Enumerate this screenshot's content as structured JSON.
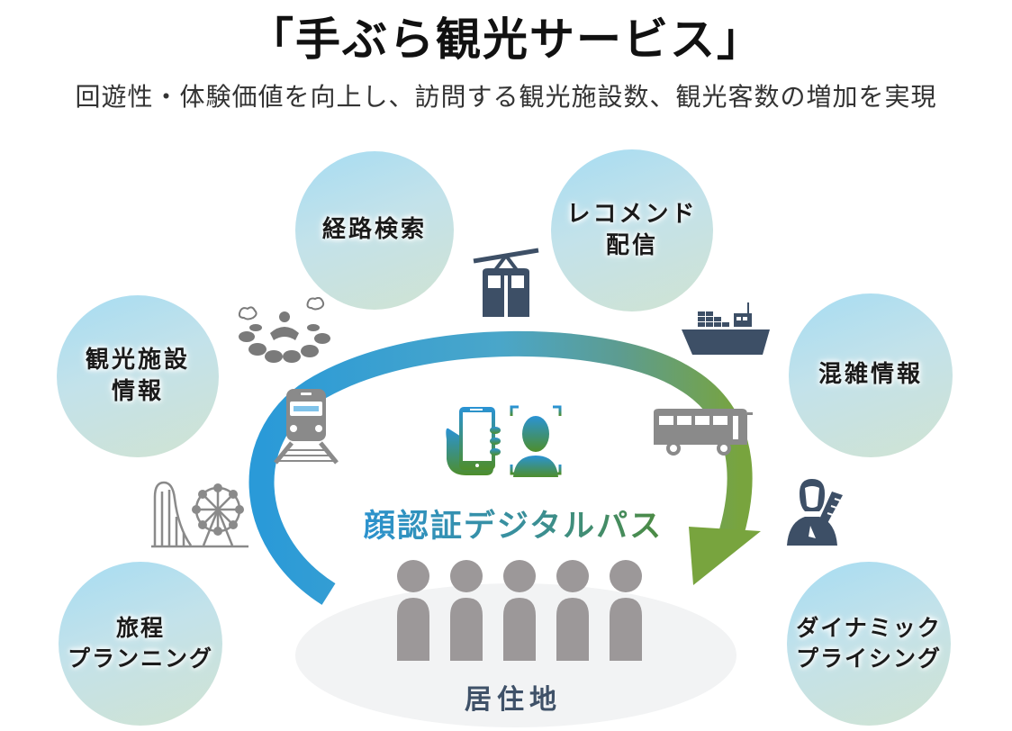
{
  "header": {
    "title": "「手ぶら観光サービス」",
    "subtitle": "回遊性・体験価値を向上し、訪問する観光施設数、観光客数の増加を実現"
  },
  "services": [
    {
      "id": "route-search",
      "label": "経路検索"
    },
    {
      "id": "recommend",
      "label": "レコメンド\n配信"
    },
    {
      "id": "facility-info",
      "label": "観光施設\n情報"
    },
    {
      "id": "congestion-info",
      "label": "混雑情報"
    },
    {
      "id": "itinerary-planning",
      "label": "旅程\nプランニング"
    },
    {
      "id": "dynamic-pricing",
      "label": "ダイナミック\nプライシング"
    }
  ],
  "center": {
    "label": "顔認証デジタルパス",
    "icon": "face-recognition-phone-icon"
  },
  "residence": {
    "label": "居住地",
    "people_count": 5
  },
  "transport_icons": [
    "ropeway-icon",
    "cargo-ship-icon",
    "train-icon",
    "bus-icon",
    "stadium-icon",
    "amusement-park-icon",
    "samurai-icon"
  ],
  "colors": {
    "arrow_start": "#2a9ad8",
    "arrow_mid": "#5aa6b0",
    "arrow_end": "#76a344",
    "icon_dark": "#3d4f66",
    "icon_gray": "#8a8a8a",
    "people_gray": "#9c9899"
  }
}
